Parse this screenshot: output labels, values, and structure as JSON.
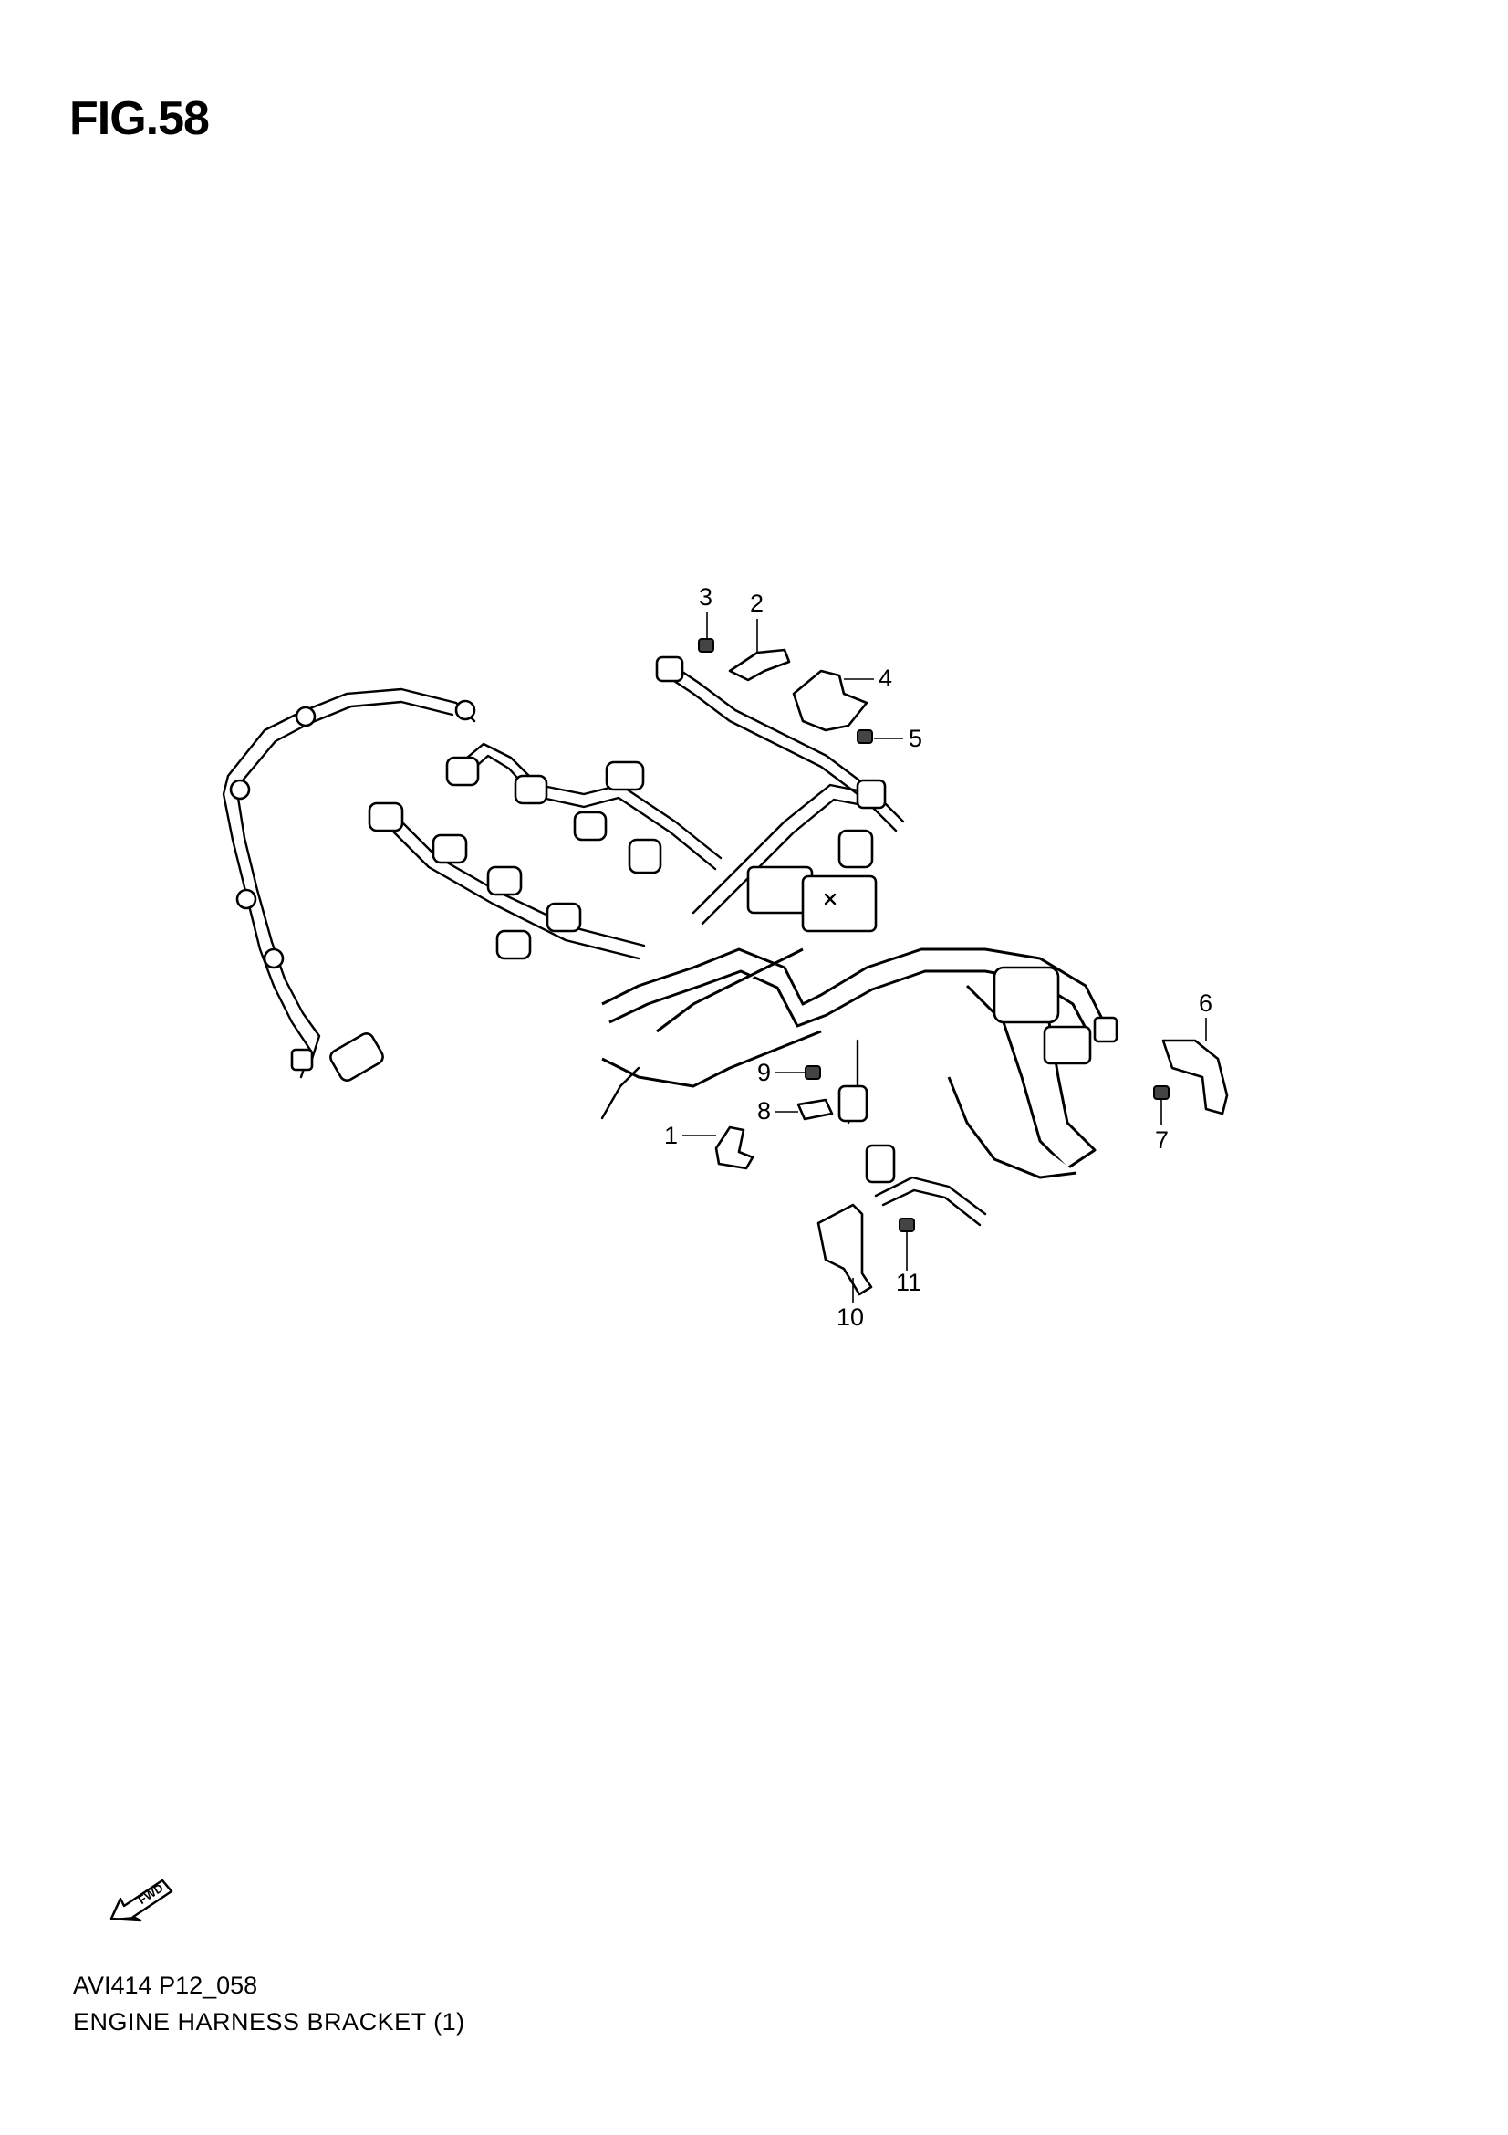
{
  "figure": {
    "title": "FIG.58"
  },
  "callouts": [
    {
      "number": "1"
    },
    {
      "number": "2"
    },
    {
      "number": "3"
    },
    {
      "number": "4"
    },
    {
      "number": "5"
    },
    {
      "number": "6"
    },
    {
      "number": "7"
    },
    {
      "number": "8"
    },
    {
      "number": "9"
    },
    {
      "number": "10"
    },
    {
      "number": "11"
    }
  ],
  "direction_marker": {
    "label": "FWD",
    "icon": "fwd-arrow-icon"
  },
  "footer": {
    "code": "AVI414 P12_058",
    "title": "ENGINE HARNESS BRACKET (1)"
  }
}
